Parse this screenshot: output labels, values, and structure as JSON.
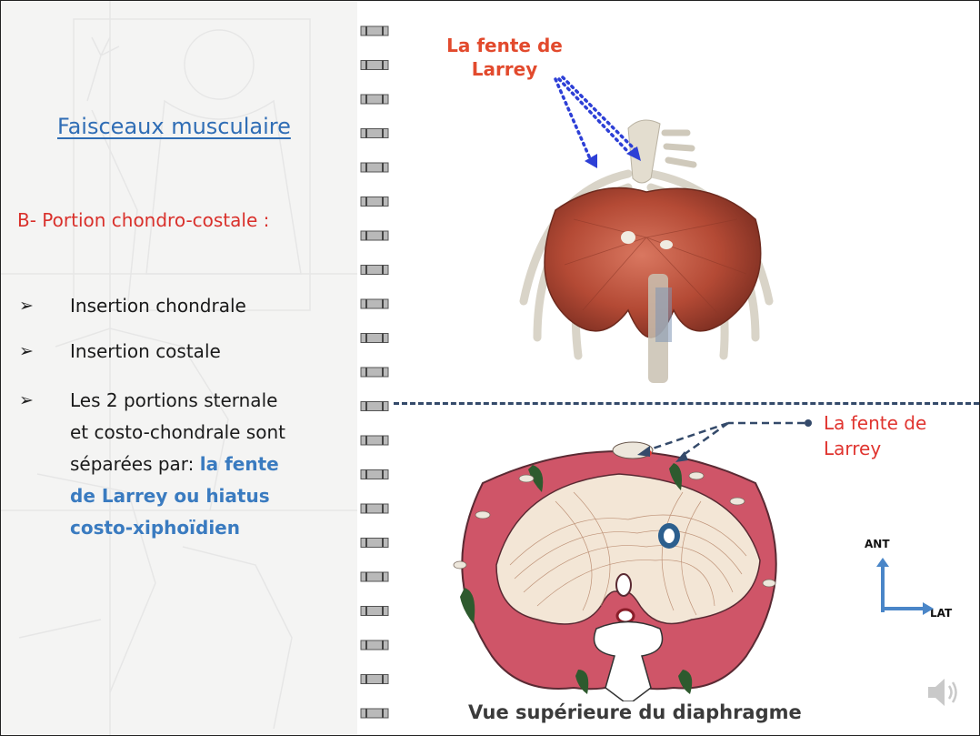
{
  "left": {
    "title": "Faisceaux musculaire",
    "subtitle": "B- Portion chondro-costale :",
    "bullet_glyph": "➢",
    "bullets": {
      "b1": "Insertion chondrale",
      "b2": "Insertion costale",
      "b3_l1": "Les 2 portions sternale",
      "b3_l2": "et costo-chondrale sont",
      "b3_l3_plain": "séparées par: ",
      "b3_l3_hl": "la fente",
      "b3_l4": "de Larrey ou hiatus",
      "b3_l5": "costo-xiphoïdien"
    }
  },
  "top_figure": {
    "label_line1": "La fente de",
    "label_line2": "Larrey"
  },
  "bottom_figure": {
    "label_line1": "La fente de",
    "label_line2": "Larrey",
    "caption": "Vue supérieure du diaphragme",
    "orientation": {
      "ant": "ANT",
      "lat": "LAT"
    }
  },
  "colors": {
    "title_blue": "#2f6db5",
    "subtitle_red": "#d9302b",
    "highlight_blue": "#3a7bc0",
    "label_orange": "#e24a2d",
    "muscle_pink": "#cf5568",
    "arrow_blue": "#2d3fd6",
    "dashed_navy": "#344a6a"
  },
  "icons": [
    "speaker-icon",
    "arrow-up-icon",
    "arrow-right-icon"
  ]
}
